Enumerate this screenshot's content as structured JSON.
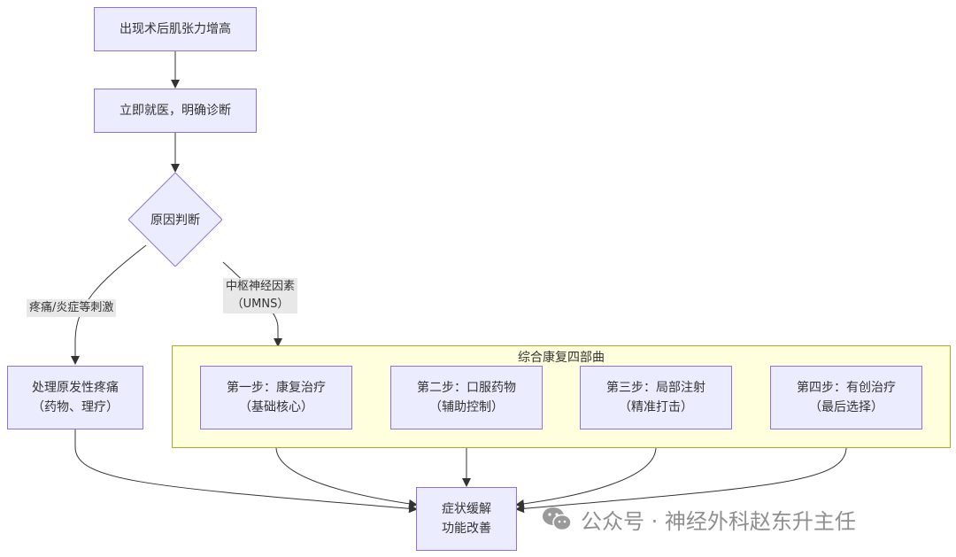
{
  "nodes": {
    "start": "出现术后肌张力增高",
    "diagnose": "立即就医，明确诊断",
    "decision": "原因判断",
    "pain_line1": "处理原发性疼痛",
    "pain_line2": "（药物、理疗）",
    "step1_line1": "第一步：康复治疗",
    "step1_line2": "（基础核心）",
    "step2_line1": "第二步：口服药物",
    "step2_line2": "（辅助控制）",
    "step3_line1": "第三步：局部注射",
    "step3_line2": "（精准打击）",
    "step4_line1": "第四步：有创治疗",
    "step4_line2": "（最后选择）",
    "result_line1": "症状缓解",
    "result_line2": "功能改善"
  },
  "edge_labels": {
    "pain": "疼痛/炎症等刺激",
    "umns_line1": "中枢神经因素",
    "umns_line2": "（UMNS）"
  },
  "cluster": {
    "title": "综合康复四部曲"
  },
  "watermark": {
    "text": "公众号 · 神经外科赵东升主任",
    "icon": "wechat-icon"
  },
  "colors": {
    "node_fill": "#ececff",
    "node_border": "#9370db",
    "cluster_fill": "#ffffde",
    "cluster_border": "#aaaa33",
    "edge": "#333333",
    "label_bg": "#e8e8e8"
  }
}
